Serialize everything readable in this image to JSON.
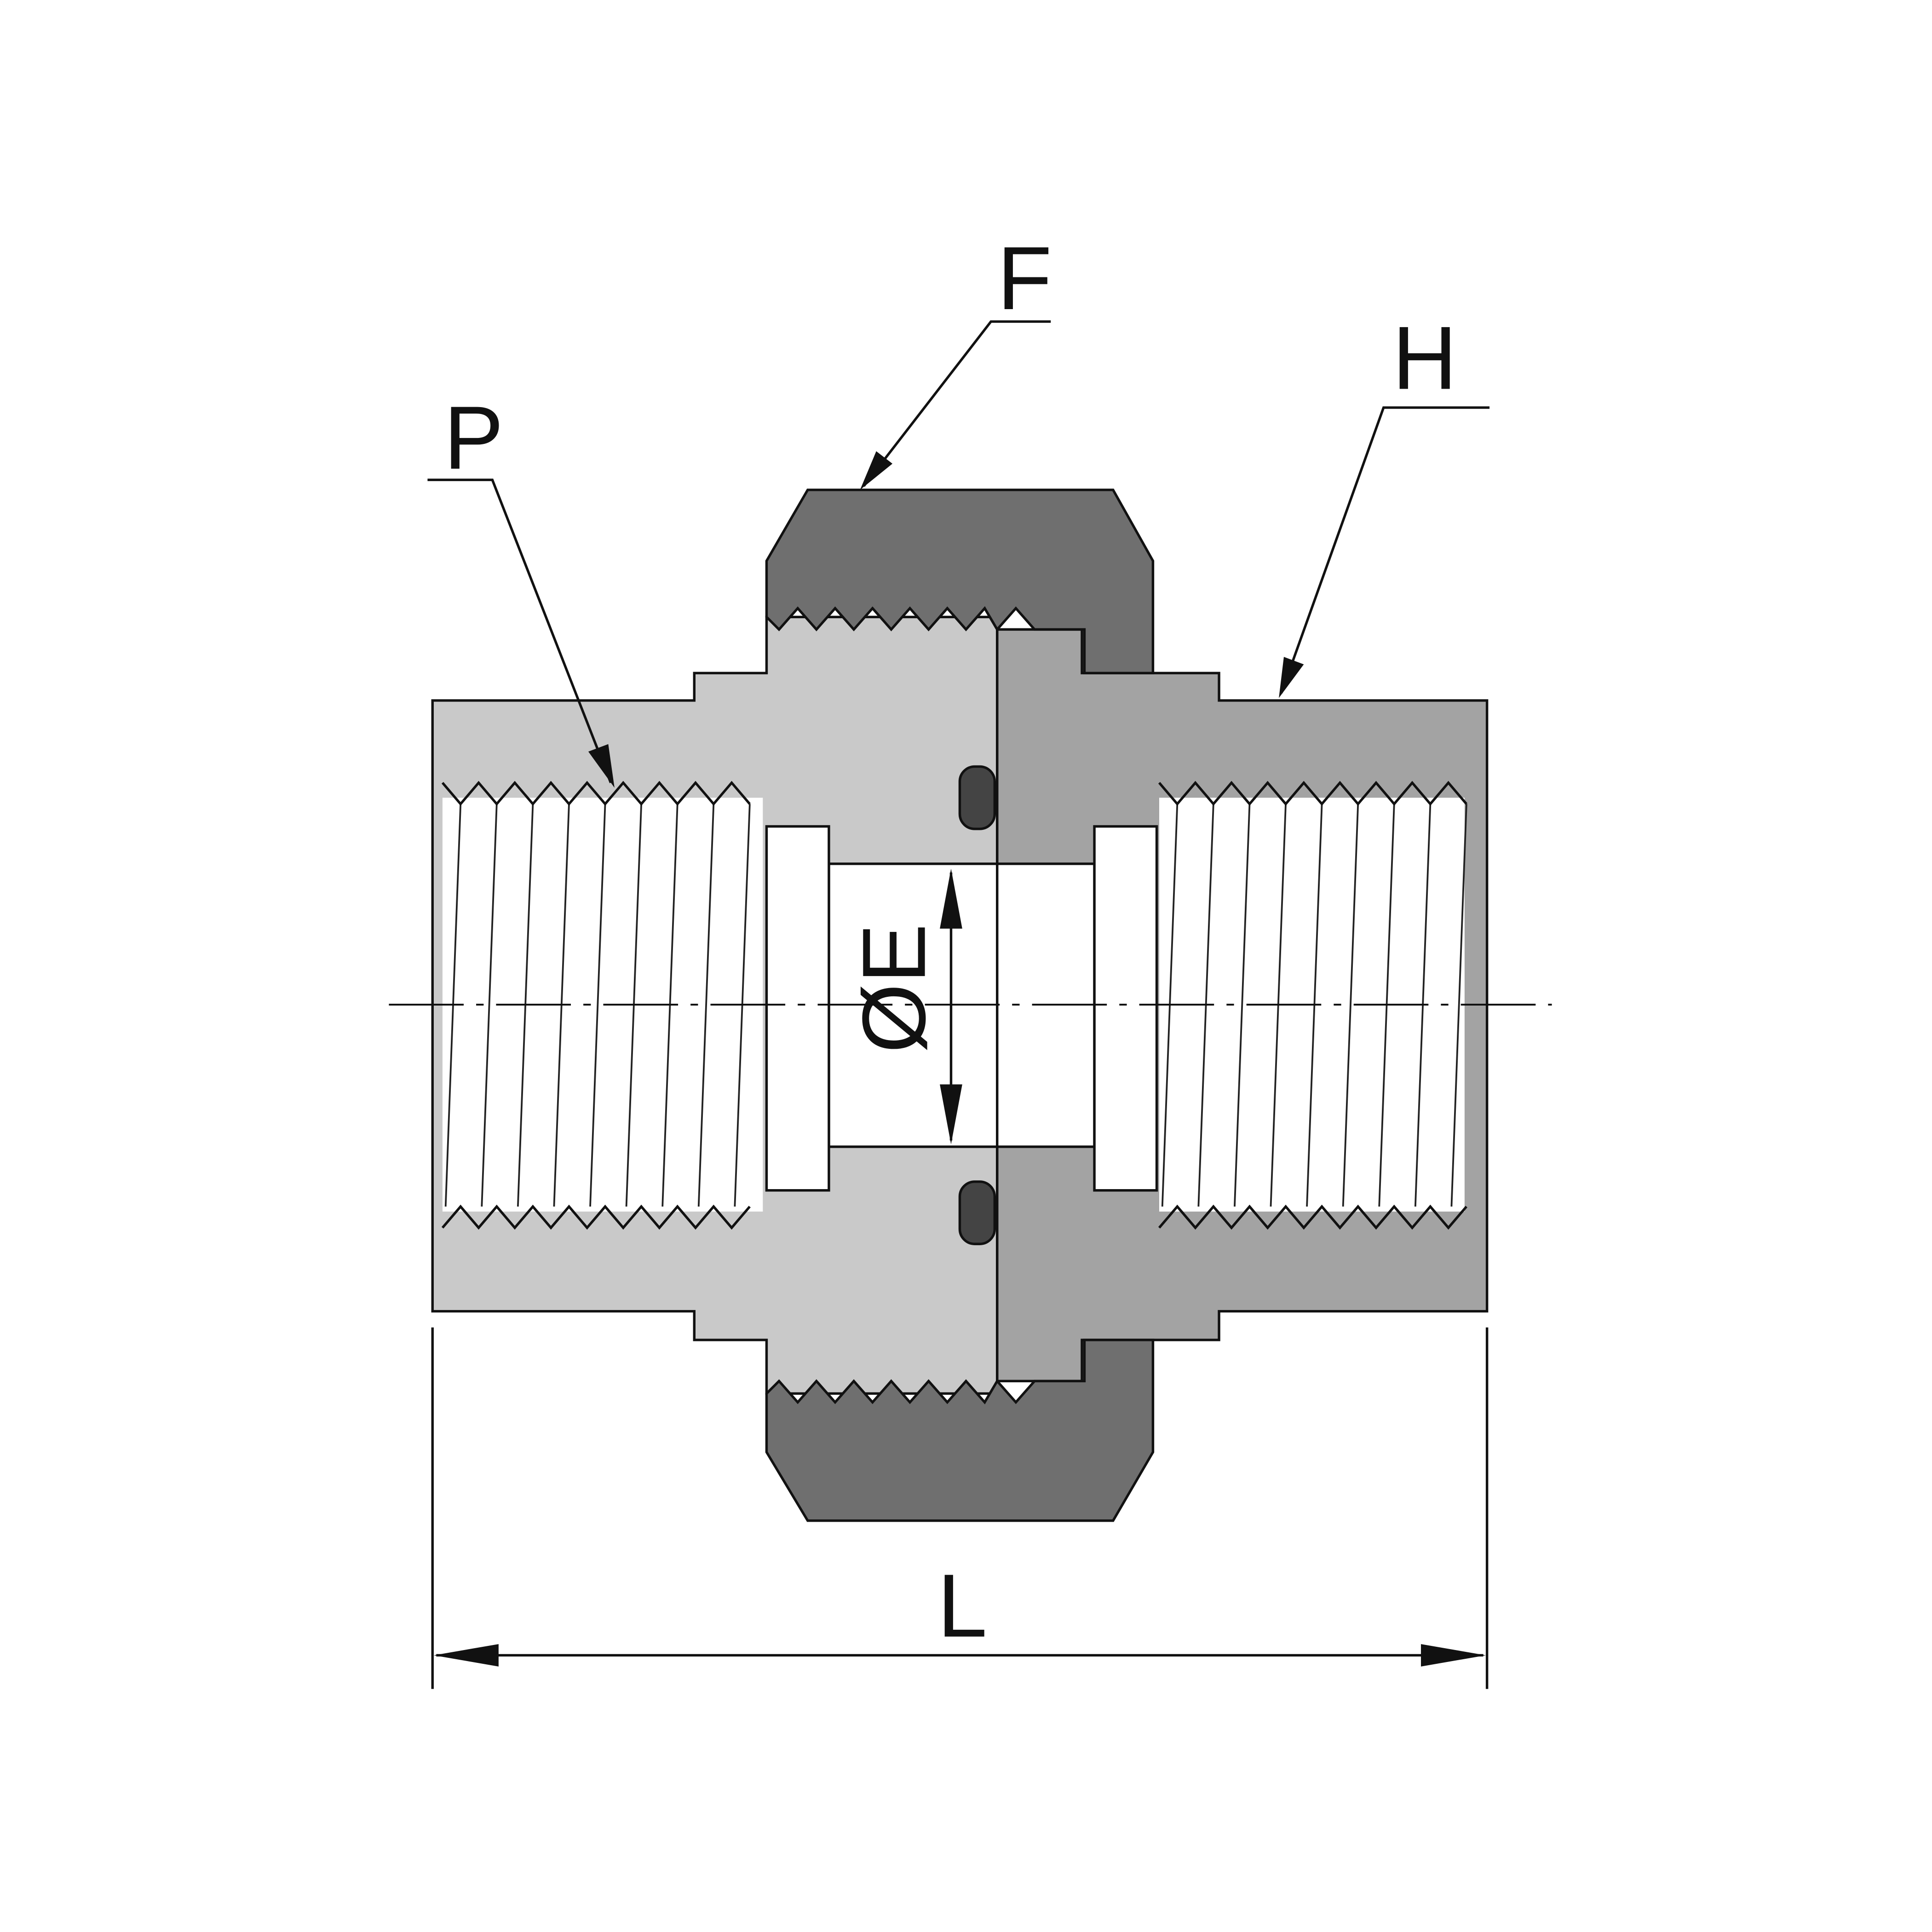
{
  "labels": {
    "p": "P",
    "f": "F",
    "h": "H",
    "e": "ØE",
    "l": "L"
  },
  "colors": {
    "left_body": "#c9c9c9",
    "right_body": "#a3a3a3",
    "nut": "#6f6f6f",
    "outline": "#111111"
  }
}
